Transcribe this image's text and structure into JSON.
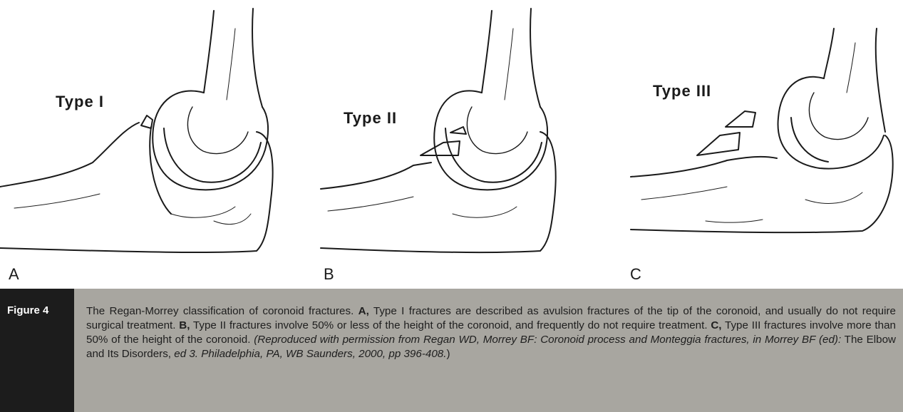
{
  "panels": [
    {
      "letter": "A",
      "type_label": "Type I"
    },
    {
      "letter": "B",
      "type_label": "Type II"
    },
    {
      "letter": "C",
      "type_label": "Type III"
    }
  ],
  "caption": {
    "figure_label": "Figure 4",
    "seg1": "The Regan-Morrey classification of coronoid fractures. ",
    "a": "A,",
    "seg2": " Type I fractures are described as avulsion fractures of the tip of the coronoid, and usually do not require surgical treatment. ",
    "b": "B,",
    "seg3": " Type II fractures involve 50% or less of the height of the coronoid, and frequently do not require treatment. ",
    "c": "C,",
    "seg4": " Type III fractures involve more than 50% of the height of the coronoid. ",
    "citation1": "(Reproduced with permission from Regan WD, Morrey BF: Coronoid process and Monteggia fractures, in Morrey BF (ed):",
    "citation2": " The Elbow and Its Disorders, ",
    "citation3": "ed 3. Philadelphia, PA, WB Saunders, 2000, pp 396-408.",
    "citation4": ")"
  }
}
